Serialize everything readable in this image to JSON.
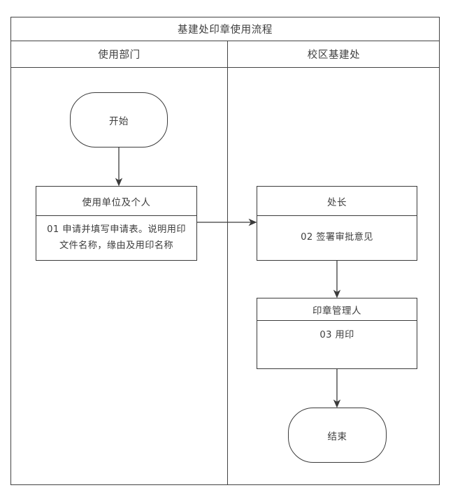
{
  "chart_data": {
    "type": "diagram",
    "diagram_type": "swimlane-flowchart",
    "title": "基建处印章使用流程",
    "lanes": [
      "使用部门",
      "校区基建处"
    ],
    "nodes": [
      {
        "id": "start",
        "shape": "terminator",
        "lane": "使用部门",
        "label": "开始"
      },
      {
        "id": "apply",
        "shape": "process",
        "lane": "使用部门",
        "role": "使用单位及个人",
        "step": "01",
        "action": "01 申请并填写申请表。说明用印文件名称，缘由及用印名称"
      },
      {
        "id": "chief",
        "shape": "process",
        "lane": "校区基建处",
        "role": "处长",
        "step": "02",
        "action": "02 签署审批意见"
      },
      {
        "id": "seal",
        "shape": "process",
        "lane": "校区基建处",
        "role": "印章管理人",
        "step": "03",
        "action": "03 用印"
      },
      {
        "id": "end",
        "shape": "terminator",
        "lane": "校区基建处",
        "label": "结束"
      }
    ],
    "edges": [
      {
        "from": "start",
        "to": "apply",
        "direction": "down"
      },
      {
        "from": "apply",
        "to": "chief",
        "direction": "right"
      },
      {
        "from": "chief",
        "to": "seal",
        "direction": "down"
      },
      {
        "from": "seal",
        "to": "end",
        "direction": "down"
      }
    ]
  },
  "header": {
    "title": "基建处印章使用流程",
    "lane_left": "使用部门",
    "lane_right": "校区基建处"
  },
  "nodes": {
    "start": {
      "label": "开始"
    },
    "apply": {
      "role": "使用单位及个人",
      "action": "01 申请并填写申请表。说明用印文件名称，缘由及用印名称"
    },
    "chief": {
      "role": "处长",
      "action": "02 签署审批意见"
    },
    "seal": {
      "role": "印章管理人",
      "action": "03 用印"
    },
    "end": {
      "label": "结束"
    }
  },
  "colors": {
    "stroke": "#3b3b3b",
    "frame": "#434343",
    "text": "#3d3d3d",
    "background": "#ffffff"
  }
}
